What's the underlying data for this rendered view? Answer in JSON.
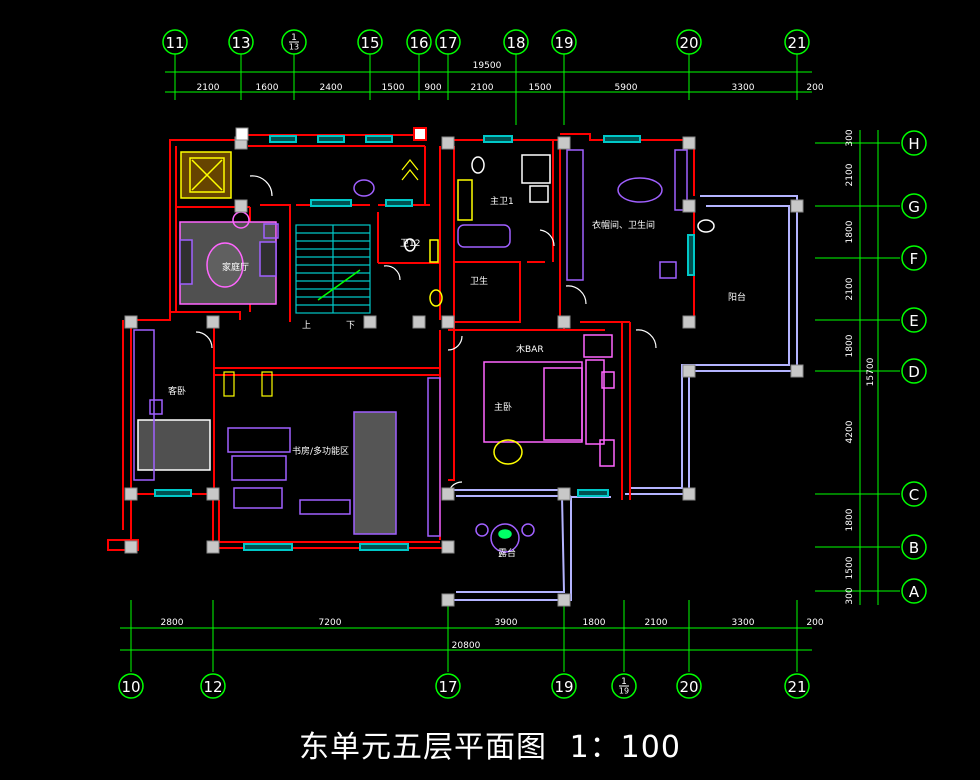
{
  "title": "东单元五层平面图",
  "scale": "1：100",
  "colors": {
    "background": "#000000",
    "axis": "#00ff00",
    "wall": "#ff0000",
    "column": "#c8c8c8",
    "window": "#00c8c8",
    "balcony": "#b4b4ff",
    "furniture": "#a060ff",
    "door": "#ffff00",
    "fixture": "#ff66ff",
    "text": "#ffffff"
  },
  "axes": {
    "top": [
      "11",
      "13",
      "1/13",
      "15",
      "16",
      "17",
      "18",
      "19",
      "20",
      "21"
    ],
    "bottom": [
      "10",
      "12",
      "17",
      "19",
      "1/19",
      "20",
      "21"
    ],
    "right": [
      "H",
      "G",
      "F",
      "E",
      "D",
      "C",
      "B",
      "A"
    ]
  },
  "dimensions": {
    "top_segments": [
      "2100",
      "1600",
      "2400",
      "1500",
      "900",
      "2100",
      "1500",
      "5900",
      "3300",
      "200"
    ],
    "top_total": "19500",
    "bottom_segments": [
      "2800",
      "7200",
      "3900",
      "1800",
      "2100",
      "3300",
      "200"
    ],
    "bottom_total": "20800",
    "right_segments": [
      "300",
      "2100",
      "1800",
      "2100",
      "1800",
      "4200",
      "1800",
      "1500",
      "300"
    ],
    "right_total": "15700"
  },
  "rooms": [
    {
      "name": "主卫1"
    },
    {
      "name": "衣帽间、卫生间"
    },
    {
      "name": "家庭厅"
    },
    {
      "name": "卫12"
    },
    {
      "name": "阳台"
    },
    {
      "name": "卫生"
    },
    {
      "name": "木BAR"
    },
    {
      "name": "客卧"
    },
    {
      "name": "主卧"
    },
    {
      "name": "书房/多功能区"
    },
    {
      "name": "露台"
    }
  ],
  "stair_labels": {
    "up": "上",
    "down": "下"
  }
}
